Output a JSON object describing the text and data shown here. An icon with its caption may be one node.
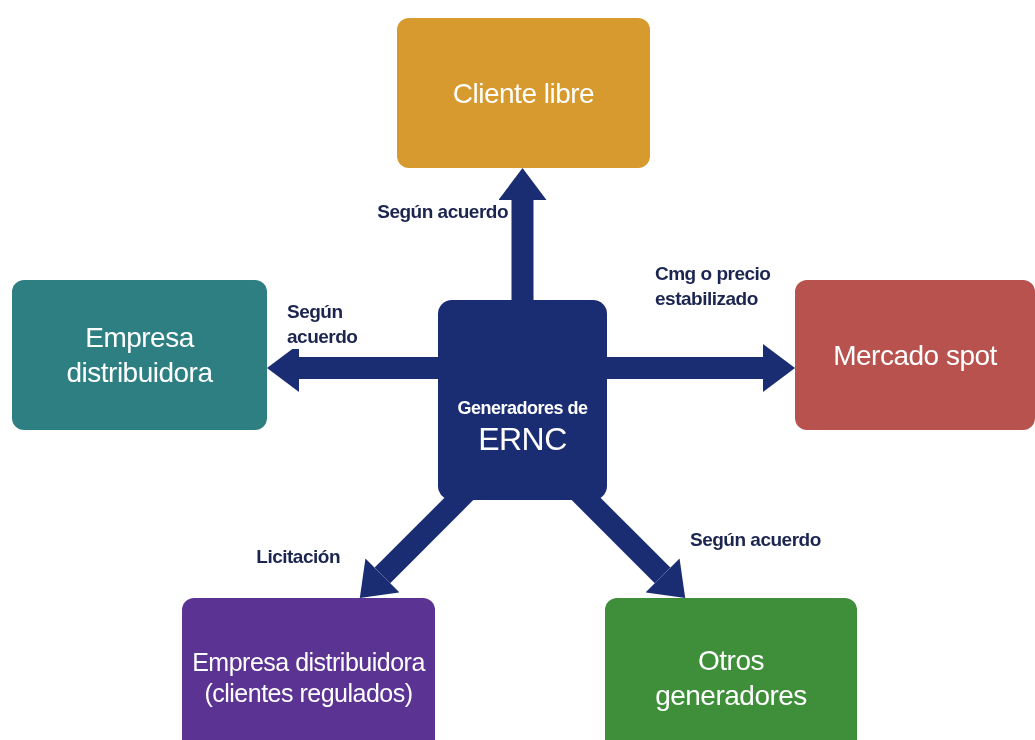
{
  "diagram": {
    "nodes": [
      {
        "text": [
          "Cliente libre"
        ]
      },
      {
        "text": [
          "Empresa distribuidora"
        ]
      },
      {
        "text": [
          "Generadores de",
          "ERNC"
        ]
      },
      {
        "text": [
          "Mercado spot"
        ]
      },
      {
        "text": [
          "Empresa distribuidora (clientes regulados)"
        ]
      },
      {
        "text": [
          "Otros generadores"
        ]
      }
    ],
    "edges": [
      {
        "from": 2,
        "to": 0,
        "arrow": "to",
        "label": "Según acuerdo"
      },
      {
        "from": 2,
        "to": 1,
        "arrow": "to",
        "label": "Según acuerdo"
      },
      {
        "from": 2,
        "to": 3,
        "arrow": "to",
        "label": "Cmg o precio estabilizado"
      },
      {
        "from": 2,
        "to": 4,
        "arrow": "to",
        "label": "Licitación"
      },
      {
        "from": 2,
        "to": 5,
        "arrow": "to",
        "label": "Según acuerdo"
      }
    ]
  }
}
